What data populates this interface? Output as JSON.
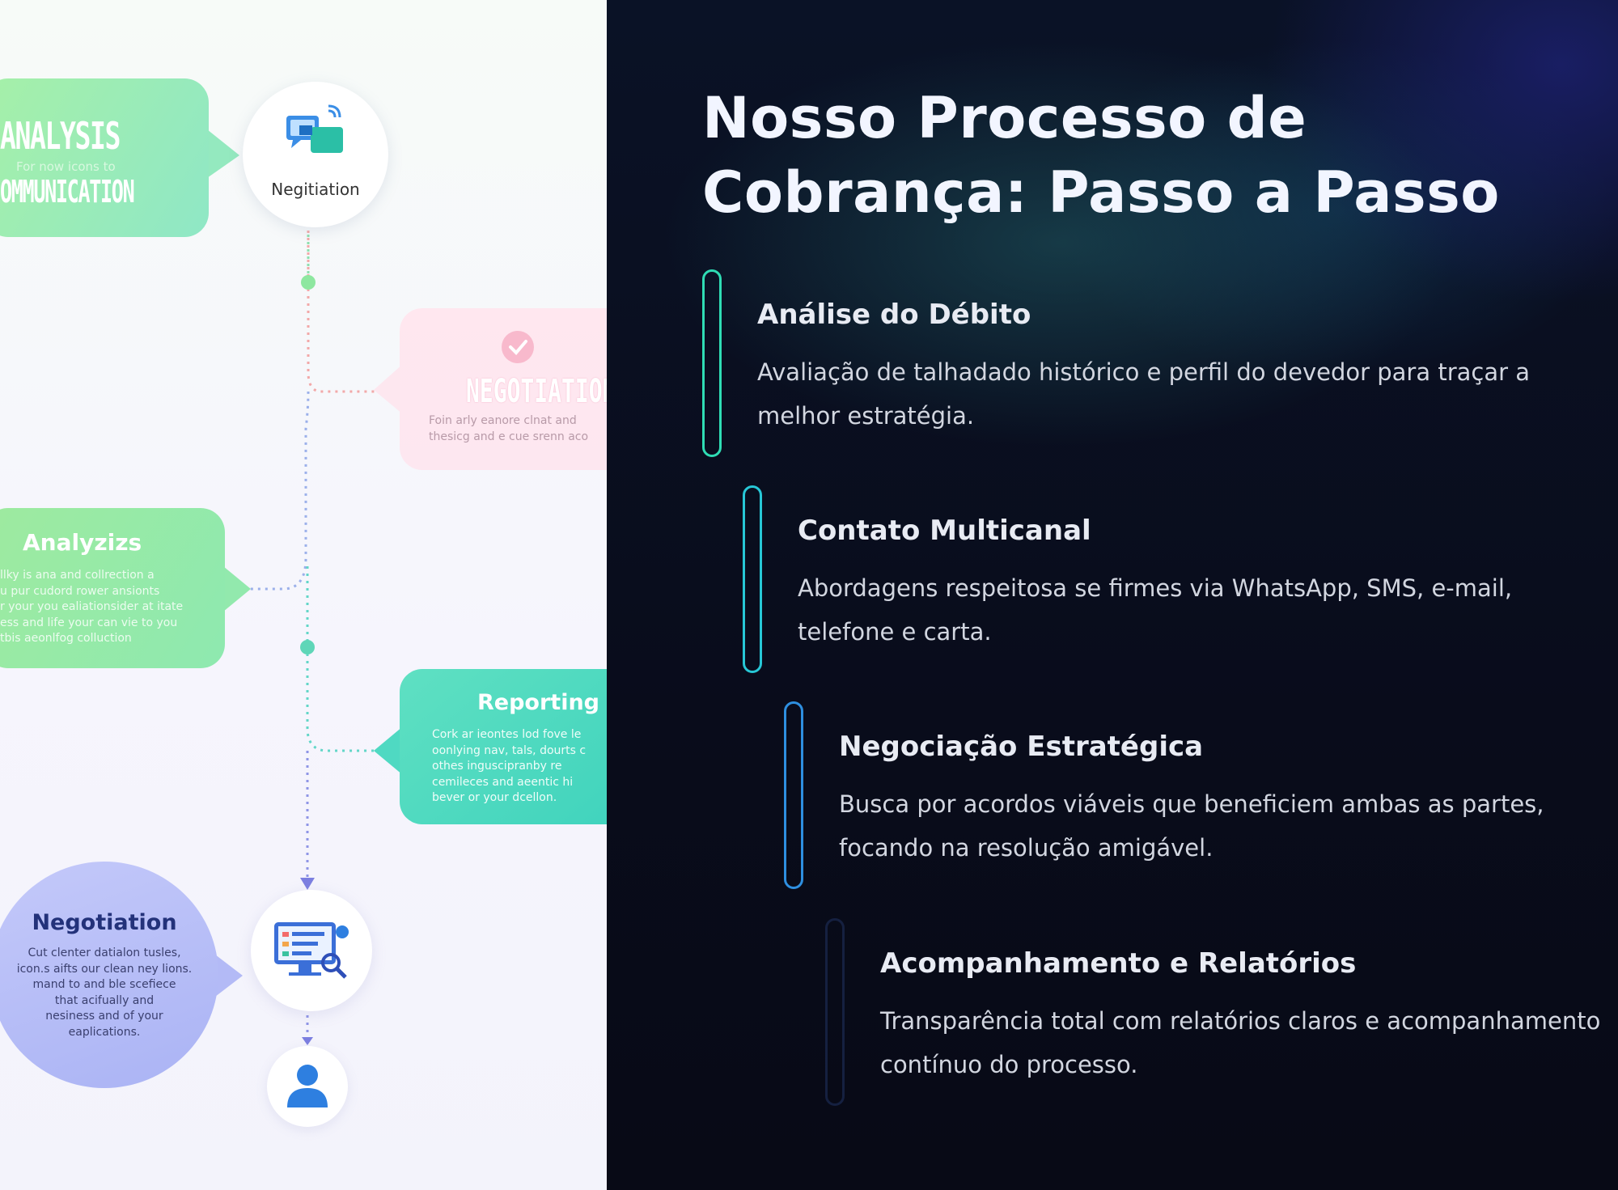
{
  "illustration": {
    "analysis_bubble": {
      "line1": "ANALYSIS",
      "sub": "For now icons to",
      "line2": "OMMUNICATION"
    },
    "negit_circle": {
      "label": "Negitiation"
    },
    "negotiation_bubble": {
      "title": "NEGOTIATION",
      "desc_lines": [
        "Foin arly eanore clnat and",
        "thesicg and e cue srenn aco"
      ]
    },
    "analyzis_bubble": {
      "title": "Analyzizs",
      "desc_lines": [
        "llky is ana and collrection a",
        "u pur cudord rower ansionts",
        "r your you ealiationsider at itate",
        "ess and life your can vie to you",
        "tbis aeonlfog colluction"
      ]
    },
    "reporting_bubble": {
      "title": "Reporting",
      "desc_lines": [
        "Cork ar ieontes lod fove le",
        "oonlying nav, tals, dourts c",
        "othes inguscipranby re",
        "cemileces and aeentic hi",
        "bever or your dcellon."
      ]
    },
    "negotiation_circle": {
      "title": "Negotiation",
      "desc_lines": [
        "Cut clenter datialon tusles,",
        "icon.s aifts our clean ney lions.",
        "mand to and ble scefiece",
        "that acifually and",
        "nesiness and of your",
        "eaplications."
      ]
    }
  },
  "colors": {
    "step1": "#2fdcb4",
    "step2": "#27c7d6",
    "step3": "#2e8fe0",
    "step4": "#152040",
    "title": "#f2f5ff",
    "panel_bg": "#090c1b"
  },
  "panel": {
    "title_line1": "Nosso Processo de",
    "title_line2": "Cobrança: Passo a Passo",
    "steps": [
      {
        "title": "Análise do Débito",
        "desc": "Avaliação de talhadado histórico e perfil do devedor para traçar a melhor estratégia."
      },
      {
        "title": "Contato Multicanal",
        "desc": "Abordagens respeitosa se firmes via WhatsApp, SMS, e-mail, telefone e carta."
      },
      {
        "title": "Negociação Estratégica",
        "desc": "Busca por acordos viáveis que beneficiem ambas as partes, focando na resolução amigável."
      },
      {
        "title": "Acompanhamento e Relatórios",
        "desc": "Transparência total com relatórios claros e acompanhamento contínuo do processo."
      }
    ]
  }
}
